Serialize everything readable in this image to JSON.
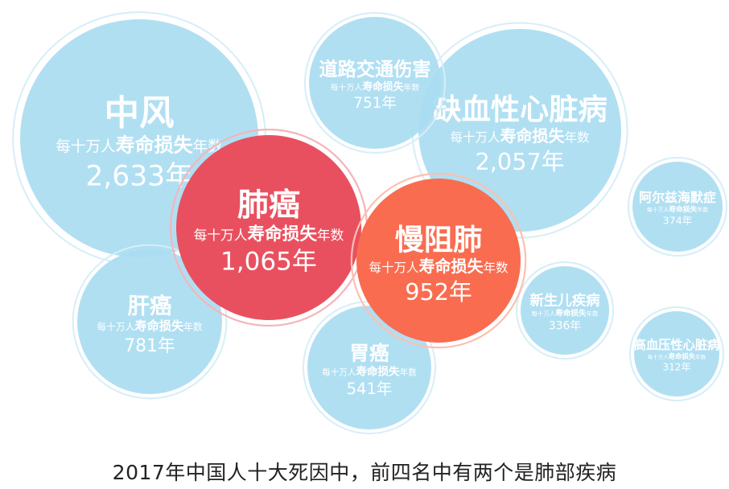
{
  "chart_data": {
    "type": "bubble",
    "unit_prefix": "每十万人",
    "unit_emphasis": "寿命损失",
    "unit_suffix": "年数",
    "value_suffix": "年",
    "colors": {
      "default": "#a9dcf1",
      "ring": "#d6eef8",
      "highlight_1": "#e9505f",
      "highlight_2": "#f96c50"
    },
    "items": [
      {
        "name": "中风",
        "value": 2633,
        "label": "2,633年",
        "highlight": false
      },
      {
        "name": "缺血性心脏病",
        "value": 2057,
        "label": "2,057年",
        "highlight": false
      },
      {
        "name": "道路交通伤害",
        "value": 751,
        "label": "751年",
        "highlight": false
      },
      {
        "name": "阿尔兹海默症",
        "value": 374,
        "label": "374年",
        "highlight": false
      },
      {
        "name": "肝癌",
        "value": 781,
        "label": "781年",
        "highlight": false
      },
      {
        "name": "胃癌",
        "value": 541,
        "label": "541年",
        "highlight": false
      },
      {
        "name": "新生儿疾病",
        "value": 336,
        "label": "336年",
        "highlight": false
      },
      {
        "name": "高血压性心脏病",
        "value": 312,
        "label": "312年",
        "highlight": false
      },
      {
        "name": "肺癌",
        "value": 1065,
        "label": "1,065年",
        "highlight": true
      },
      {
        "name": "慢阻肺",
        "value": 952,
        "label": "952年",
        "highlight": true
      }
    ]
  },
  "caption": "2017年中国人十大死因中，前四名中有两个是肺部疾病"
}
